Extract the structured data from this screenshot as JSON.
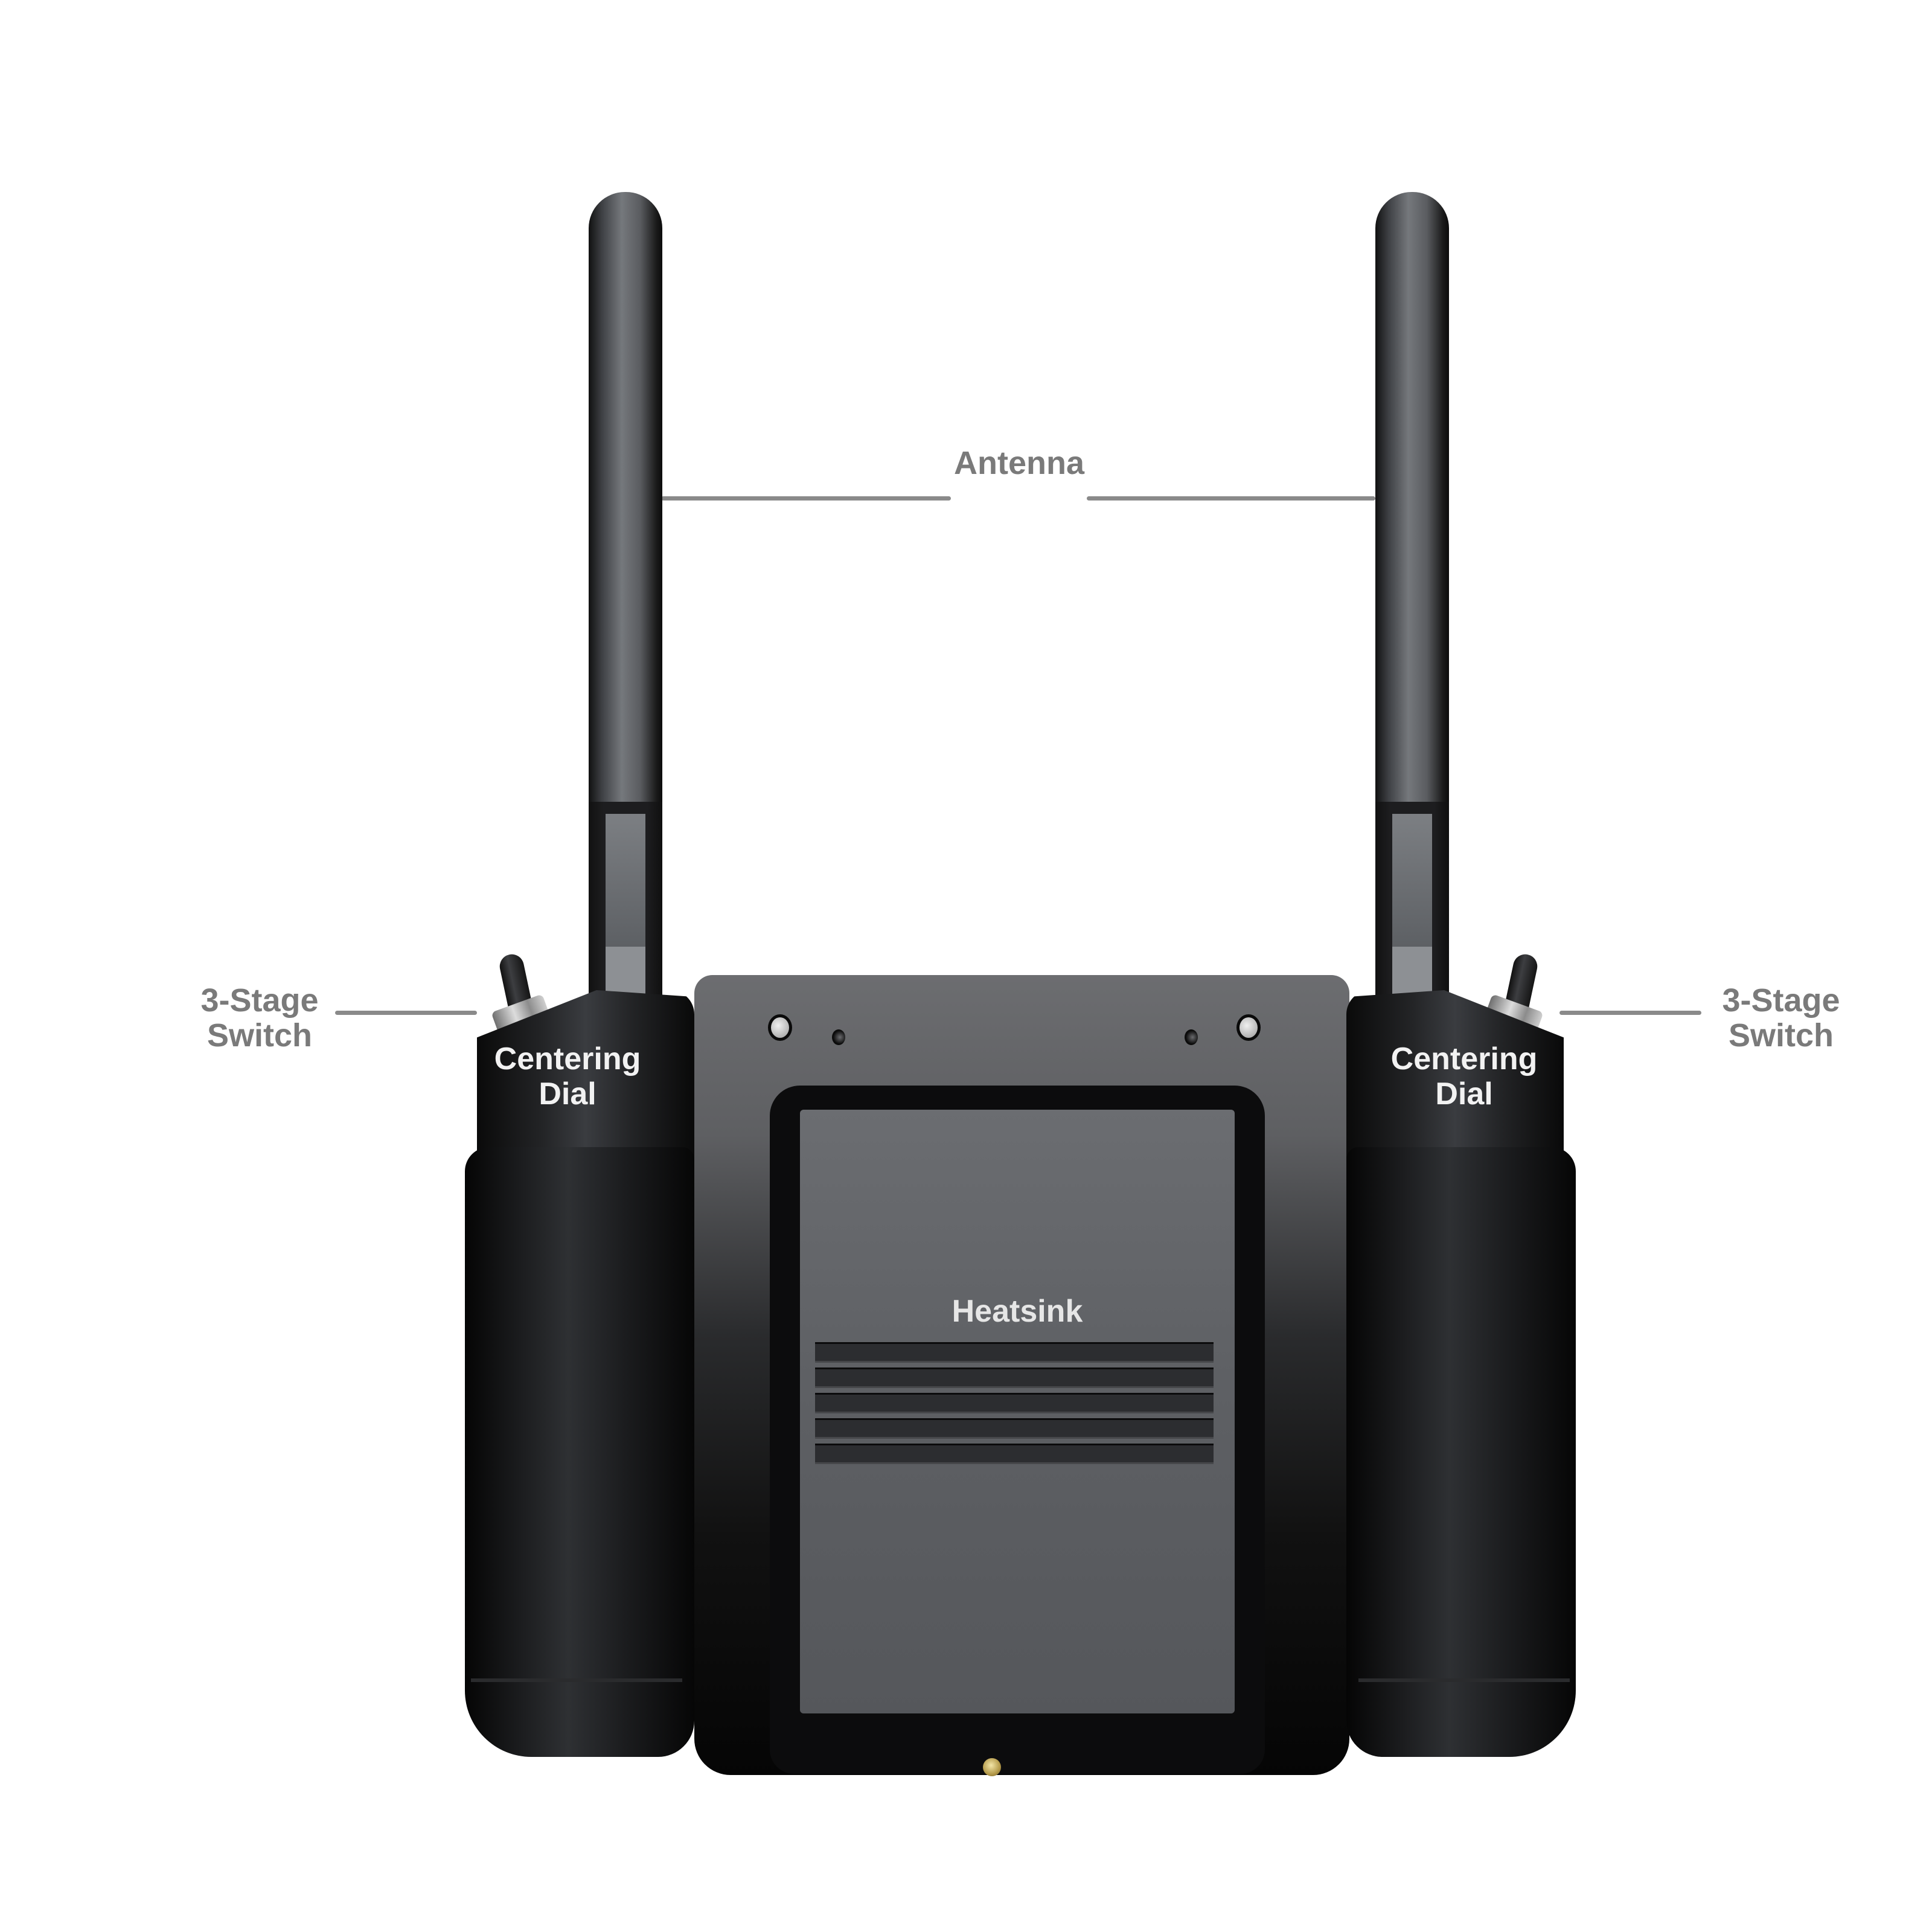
{
  "diagram": {
    "subject": "handheld radio controller, rear view",
    "colors": {
      "background": "#ffffff",
      "callout_text": "#7a7a7a",
      "leader_line": "#8a8a8a",
      "device_body": "#111111",
      "heatsink_panel": "#5e6064",
      "on_body_text": "#f2f2f2",
      "brass_mount": "#c8b060"
    },
    "labels": {
      "antenna": "Antenna",
      "switch_left_line1": "3-Stage",
      "switch_left_line2": "Switch",
      "switch_right_line1": "3-Stage",
      "switch_right_line2": "Switch",
      "dial_left_line1": "Centering",
      "dial_left_line2": "Dial",
      "dial_right_line1": "Centering",
      "dial_right_line2": "Dial",
      "heatsink": "Heatsink"
    },
    "components": [
      {
        "name": "Antenna",
        "count": 2,
        "position": "top-left and top-right"
      },
      {
        "name": "3-Stage Switch",
        "count": 2,
        "position": "upper shoulders"
      },
      {
        "name": "Centering Dial",
        "count": 2,
        "position": "top of grips"
      },
      {
        "name": "Heatsink",
        "count": 1,
        "position": "center rear panel"
      }
    ]
  }
}
